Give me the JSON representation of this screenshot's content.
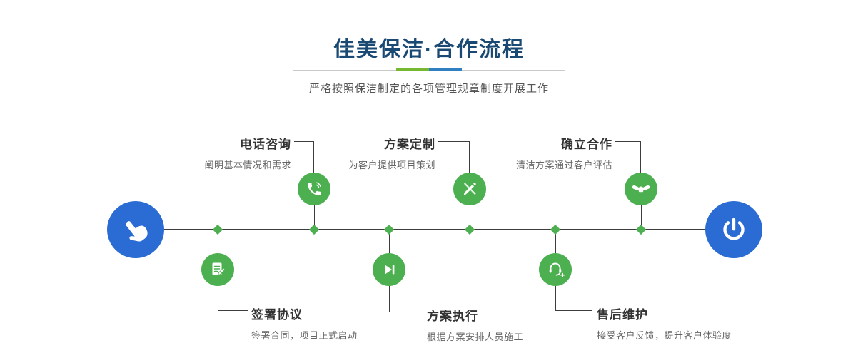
{
  "header": {
    "title": "佳美保洁·合作流程",
    "subtitle": "严格按照保洁制定的各项管理规章制度开展工作"
  },
  "timeline": {
    "start_icon": "pointer-hand-icon",
    "end_icon": "power-icon",
    "steps_top": [
      {
        "label": "电话咨询",
        "desc": "阐明基本情况和需求",
        "icon": "phone-call-icon"
      },
      {
        "label": "方案定制",
        "desc": "为客户提供项目策划",
        "icon": "pen-ruler-icon"
      },
      {
        "label": "确立合作",
        "desc": "清洁方案通过客户评估",
        "icon": "handshake-icon"
      }
    ],
    "steps_bottom": [
      {
        "label": "签署协议",
        "desc": "签署合同，项目正式启动",
        "icon": "contract-sign-icon"
      },
      {
        "label": "方案执行",
        "desc": "根据方案安排人员施工",
        "icon": "play-step-icon"
      },
      {
        "label": "售后维护",
        "desc": "接受客户反馈，提升客户体验度",
        "icon": "customer-support-icon"
      }
    ]
  },
  "colors": {
    "accent_green": "#4cb050",
    "accent_blue": "#2b6bd4",
    "title_navy": "#1a4a73",
    "divider_green": "#76b832",
    "divider_blue": "#2f7fc1",
    "line_dark": "#3d3d3d"
  }
}
